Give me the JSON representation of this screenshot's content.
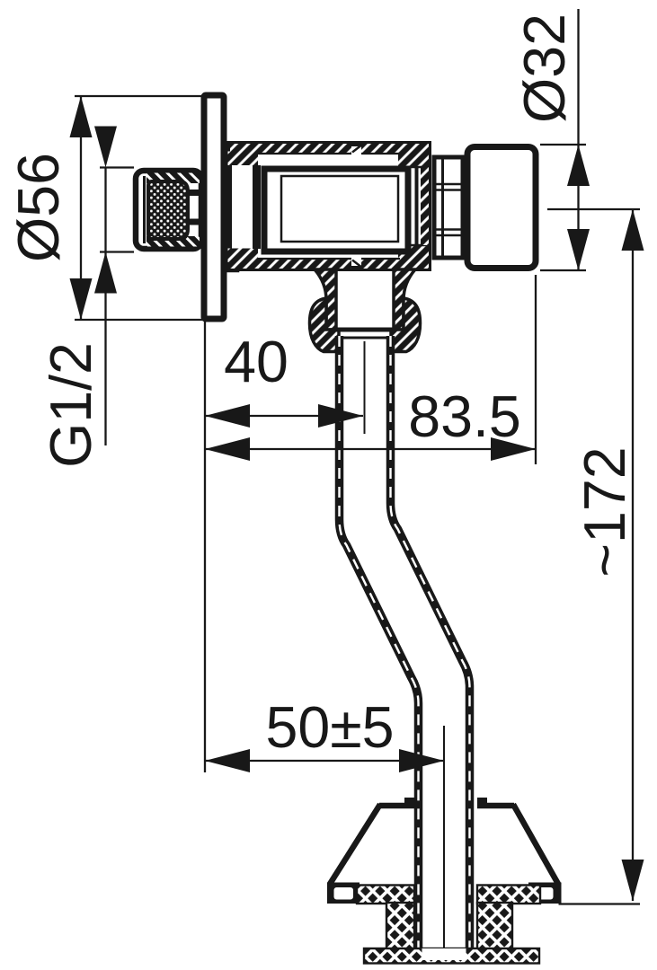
{
  "drawing": {
    "kind": "technical-dimension-drawing",
    "subject": "concealed urinal flush valve with push button, s-bend flush pipe and floor rosette, cross-section side view",
    "ink_color": "#181818",
    "background_color": "#ffffff",
    "annotations": {
      "flange_diameter": "Ø56",
      "inlet_thread": "G1/2",
      "cap_diameter": "Ø32",
      "wall_to_pipe_axis": "40",
      "wall_to_cap_end": "83.5",
      "wall_to_outlet_axis": "50±5",
      "installation_height": "~172"
    }
  }
}
